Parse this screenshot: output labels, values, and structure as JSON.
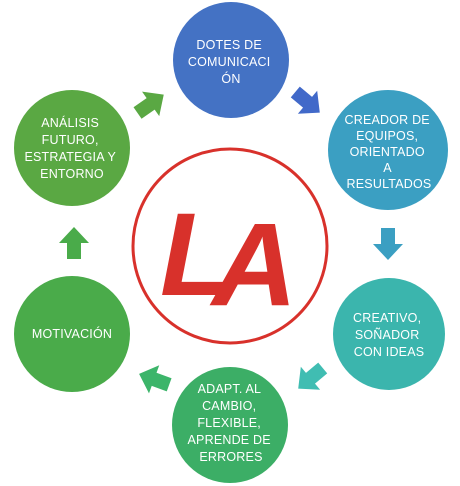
{
  "logo": {
    "text_l": "L",
    "text_a": "A",
    "ring_color": "#d8312b",
    "letter_color": "#d8312b"
  },
  "nodes": [
    {
      "id": "comunicacion",
      "lines": [
        "DOTES DE",
        "COMUNICACI",
        "ÓN"
      ],
      "color": "#4472c4"
    },
    {
      "id": "equipos",
      "lines": [
        "CREADOR DE",
        "EQUIPOS,",
        "ORIENTADO",
        "A",
        "RESULTADOS"
      ],
      "color": "#3b9fc2"
    },
    {
      "id": "creativo",
      "lines": [
        "CREATIVO,",
        "SOÑADOR",
        "CON IDEAS"
      ],
      "color": "#3bb5ad"
    },
    {
      "id": "adaptacion",
      "lines": [
        "ADAPT. AL",
        "CAMBIO,",
        "FLEXIBLE,",
        "APRENDE DE",
        "ERRORES"
      ],
      "color": "#3cae66"
    },
    {
      "id": "motivacion",
      "lines": [
        "MOTIVACIÓN"
      ],
      "color": "#4aab4a"
    },
    {
      "id": "analisis",
      "lines": [
        "ANÁLISIS",
        "FUTURO,",
        "ESTRATEGIA Y",
        "ENTORNO"
      ],
      "color": "#5aa843"
    }
  ],
  "arrows": [
    {
      "id": "comunicacion-to-equipos",
      "color": "#4169c9"
    },
    {
      "id": "equipos-to-creativo",
      "color": "#3b9fc2"
    },
    {
      "id": "creativo-to-adaptacion",
      "color": "#40bdb2"
    },
    {
      "id": "adaptacion-to-motivacion",
      "color": "#3cb56a"
    },
    {
      "id": "motivacion-to-analisis",
      "color": "#4aab4a"
    },
    {
      "id": "analisis-to-comunicacion",
      "color": "#5aa843"
    }
  ]
}
